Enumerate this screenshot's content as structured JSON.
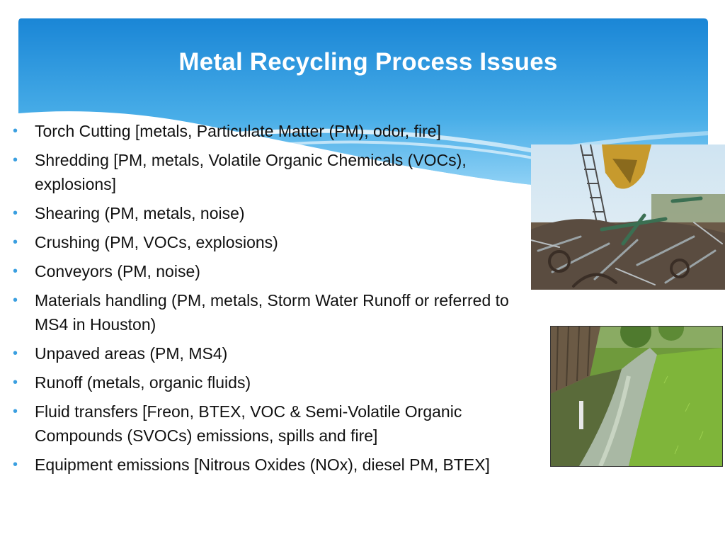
{
  "slide": {
    "title": "Metal Recycling Process Issues",
    "bullets": [
      "Torch Cutting [metals, Particulate Matter (PM), odor, fire]",
      "Shredding [PM, metals, Volatile Organic Chemicals (VOCs), explosions]",
      "Shearing (PM, metals, noise)",
      "Crushing (PM, VOCs, explosions)",
      "Conveyors (PM, noise)",
      "Materials handling (PM, metals, Storm Water Runoff or referred to MS4 in Houston)",
      "Unpaved areas (PM, MS4)",
      "Runoff (metals, organic fluids)",
      "Fluid transfers [Freon, BTEX, VOC & Semi-Volatile Organic Compounds (SVOCs) emissions, spills and fire]",
      "Equipment emissions [Nitrous Oxides (NOx), diesel PM, BTEX]"
    ],
    "bullet_glyph": "•"
  },
  "colors": {
    "accent": "#3a9fe0",
    "band_top": "#1f8fdc",
    "band_bottom": "#7cc8f2"
  }
}
